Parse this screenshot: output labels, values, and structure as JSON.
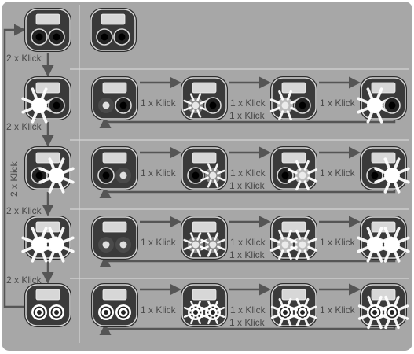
{
  "labels": {
    "double_click": "2 x Klick",
    "single_click": "1 x Klick"
  },
  "colors": {
    "panel": "#a7a7a7",
    "divider": "#d4d4d4",
    "arrow": "#555555",
    "device_body": "#3a3a3a",
    "device_rim": "#d8d8d8",
    "display": "#d7d7d7",
    "glow": "#ffffff"
  },
  "states": [
    {
      "name": "off",
      "left": "off",
      "right": "off"
    },
    {
      "name": "left-on",
      "left": "on",
      "right": "off"
    },
    {
      "name": "right-on",
      "left": "off",
      "right": "on"
    },
    {
      "name": "both-on",
      "left": "on",
      "right": "on"
    },
    {
      "name": "both-flash",
      "left": "flash",
      "right": "flash"
    }
  ],
  "rows": [
    {
      "side": "left",
      "levels": [
        1,
        2,
        3,
        4
      ]
    },
    {
      "side": "right",
      "levels": [
        1,
        2,
        3,
        4
      ]
    },
    {
      "side": "both",
      "levels": [
        1,
        2,
        3,
        4
      ]
    },
    {
      "side": "flash",
      "levels": [
        1,
        2,
        3,
        4
      ]
    }
  ]
}
